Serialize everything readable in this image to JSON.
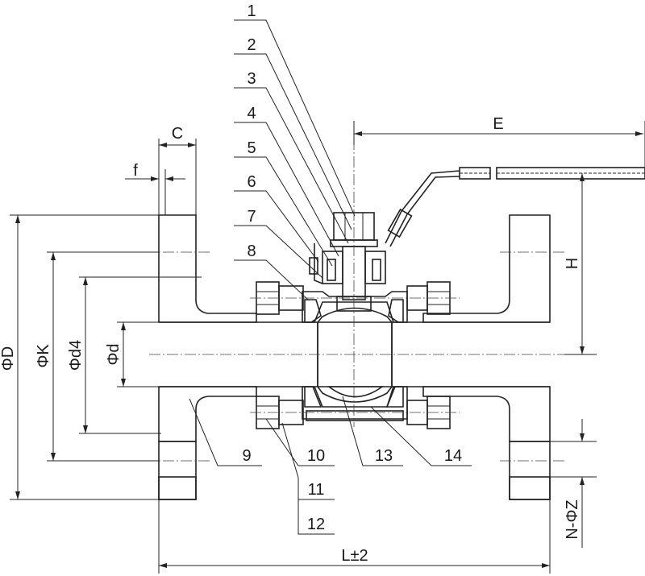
{
  "dimensions": {
    "D": "ΦD",
    "K": "ΦK",
    "d4": "Φd4",
    "d": "Φd",
    "C": "C",
    "f": "f",
    "E": "E",
    "H": "H",
    "L": "L±2",
    "NZ": "N-ΦZ"
  },
  "parts": [
    "1",
    "2",
    "3",
    "4",
    "5",
    "6",
    "7",
    "8",
    "9",
    "10",
    "11",
    "12",
    "13",
    "14"
  ]
}
